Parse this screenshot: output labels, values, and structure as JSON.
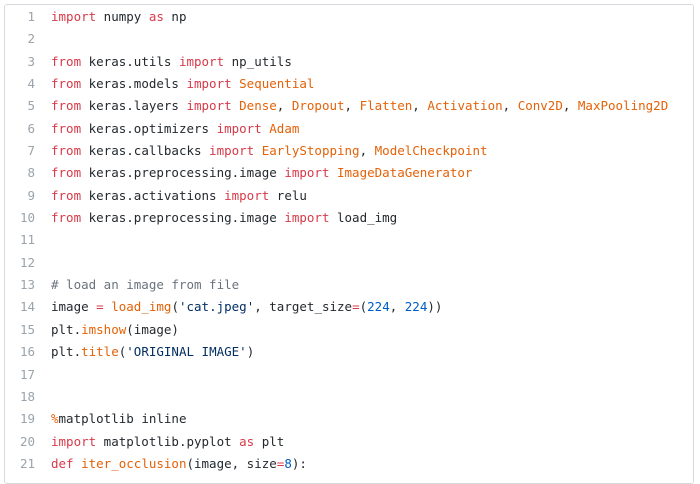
{
  "colors": {
    "keyword": "#d73a49",
    "function": "#e36209",
    "string": "#032f62",
    "number": "#005cc5",
    "comment": "#6a737d",
    "text": "#24292e",
    "line_number": "#9ba3ab",
    "border": "#d7dbe0"
  },
  "lines": [
    {
      "n": "1",
      "tokens": [
        {
          "t": "import",
          "k": "kw"
        },
        {
          "t": " numpy ",
          "k": "tx"
        },
        {
          "t": "as",
          "k": "kw"
        },
        {
          "t": " np",
          "k": "tx"
        }
      ]
    },
    {
      "n": "2",
      "tokens": []
    },
    {
      "n": "3",
      "tokens": [
        {
          "t": "from",
          "k": "kw"
        },
        {
          "t": " keras.utils ",
          "k": "tx"
        },
        {
          "t": "import",
          "k": "kw"
        },
        {
          "t": " np_utils",
          "k": "tx"
        }
      ]
    },
    {
      "n": "4",
      "tokens": [
        {
          "t": "from",
          "k": "kw"
        },
        {
          "t": " keras.models ",
          "k": "tx"
        },
        {
          "t": "import",
          "k": "kw"
        },
        {
          "t": " ",
          "k": "tx"
        },
        {
          "t": "Sequential",
          "k": "fn"
        }
      ]
    },
    {
      "n": "5",
      "tokens": [
        {
          "t": "from",
          "k": "kw"
        },
        {
          "t": " keras.layers ",
          "k": "tx"
        },
        {
          "t": "import",
          "k": "kw"
        },
        {
          "t": " ",
          "k": "tx"
        },
        {
          "t": "Dense",
          "k": "fn"
        },
        {
          "t": ", ",
          "k": "tx"
        },
        {
          "t": "Dropout",
          "k": "fn"
        },
        {
          "t": ", ",
          "k": "tx"
        },
        {
          "t": "Flatten",
          "k": "fn"
        },
        {
          "t": ", ",
          "k": "tx"
        },
        {
          "t": "Activation",
          "k": "fn"
        },
        {
          "t": ", ",
          "k": "tx"
        },
        {
          "t": "Conv2D",
          "k": "fn"
        },
        {
          "t": ", ",
          "k": "tx"
        },
        {
          "t": "MaxPooling2D",
          "k": "fn"
        }
      ]
    },
    {
      "n": "6",
      "tokens": [
        {
          "t": "from",
          "k": "kw"
        },
        {
          "t": " keras.optimizers ",
          "k": "tx"
        },
        {
          "t": "import",
          "k": "kw"
        },
        {
          "t": " ",
          "k": "tx"
        },
        {
          "t": "Adam",
          "k": "fn"
        }
      ]
    },
    {
      "n": "7",
      "tokens": [
        {
          "t": "from",
          "k": "kw"
        },
        {
          "t": " keras.callbacks ",
          "k": "tx"
        },
        {
          "t": "import",
          "k": "kw"
        },
        {
          "t": " ",
          "k": "tx"
        },
        {
          "t": "EarlyStopping",
          "k": "fn"
        },
        {
          "t": ", ",
          "k": "tx"
        },
        {
          "t": "ModelCheckpoint",
          "k": "fn"
        }
      ]
    },
    {
      "n": "8",
      "tokens": [
        {
          "t": "from",
          "k": "kw"
        },
        {
          "t": " keras.preprocessing.image ",
          "k": "tx"
        },
        {
          "t": "import",
          "k": "kw"
        },
        {
          "t": " ",
          "k": "tx"
        },
        {
          "t": "ImageDataGenerator",
          "k": "fn"
        }
      ]
    },
    {
      "n": "9",
      "tokens": [
        {
          "t": "from",
          "k": "kw"
        },
        {
          "t": " keras.activations ",
          "k": "tx"
        },
        {
          "t": "import",
          "k": "kw"
        },
        {
          "t": " relu",
          "k": "tx"
        }
      ]
    },
    {
      "n": "10",
      "tokens": [
        {
          "t": "from",
          "k": "kw"
        },
        {
          "t": " keras.preprocessing.image ",
          "k": "tx"
        },
        {
          "t": "import",
          "k": "kw"
        },
        {
          "t": " load_img",
          "k": "tx"
        }
      ]
    },
    {
      "n": "11",
      "tokens": []
    },
    {
      "n": "12",
      "tokens": []
    },
    {
      "n": "13",
      "tokens": [
        {
          "t": "# load an image from file",
          "k": "cm"
        }
      ]
    },
    {
      "n": "14",
      "tokens": [
        {
          "t": "image ",
          "k": "tx"
        },
        {
          "t": "=",
          "k": "kw"
        },
        {
          "t": " ",
          "k": "tx"
        },
        {
          "t": "load_img",
          "k": "fn"
        },
        {
          "t": "(",
          "k": "tx"
        },
        {
          "t": "'cat.jpeg'",
          "k": "str"
        },
        {
          "t": ", target_size",
          "k": "tx"
        },
        {
          "t": "=",
          "k": "kw"
        },
        {
          "t": "(",
          "k": "tx"
        },
        {
          "t": "224",
          "k": "num"
        },
        {
          "t": ", ",
          "k": "tx"
        },
        {
          "t": "224",
          "k": "num"
        },
        {
          "t": "))",
          "k": "tx"
        }
      ]
    },
    {
      "n": "15",
      "tokens": [
        {
          "t": "plt.",
          "k": "tx"
        },
        {
          "t": "imshow",
          "k": "fn"
        },
        {
          "t": "(image)",
          "k": "tx"
        }
      ]
    },
    {
      "n": "16",
      "tokens": [
        {
          "t": "plt.",
          "k": "tx"
        },
        {
          "t": "title",
          "k": "fn"
        },
        {
          "t": "(",
          "k": "tx"
        },
        {
          "t": "'ORIGINAL IMAGE'",
          "k": "str"
        },
        {
          "t": ")",
          "k": "tx"
        }
      ]
    },
    {
      "n": "17",
      "tokens": []
    },
    {
      "n": "18",
      "tokens": []
    },
    {
      "n": "19",
      "tokens": [
        {
          "t": "%",
          "k": "fn"
        },
        {
          "t": "matplotlib inline",
          "k": "tx"
        }
      ]
    },
    {
      "n": "20",
      "tokens": [
        {
          "t": "import",
          "k": "kw"
        },
        {
          "t": " matplotlib.pyplot ",
          "k": "tx"
        },
        {
          "t": "as",
          "k": "kw"
        },
        {
          "t": " plt",
          "k": "tx"
        }
      ]
    },
    {
      "n": "21",
      "tokens": [
        {
          "t": "def",
          "k": "kw"
        },
        {
          "t": " ",
          "k": "tx"
        },
        {
          "t": "iter_occlusion",
          "k": "fn"
        },
        {
          "t": "(image, size",
          "k": "tx"
        },
        {
          "t": "=",
          "k": "kw"
        },
        {
          "t": "8",
          "k": "num"
        },
        {
          "t": "):",
          "k": "tx"
        }
      ]
    }
  ]
}
